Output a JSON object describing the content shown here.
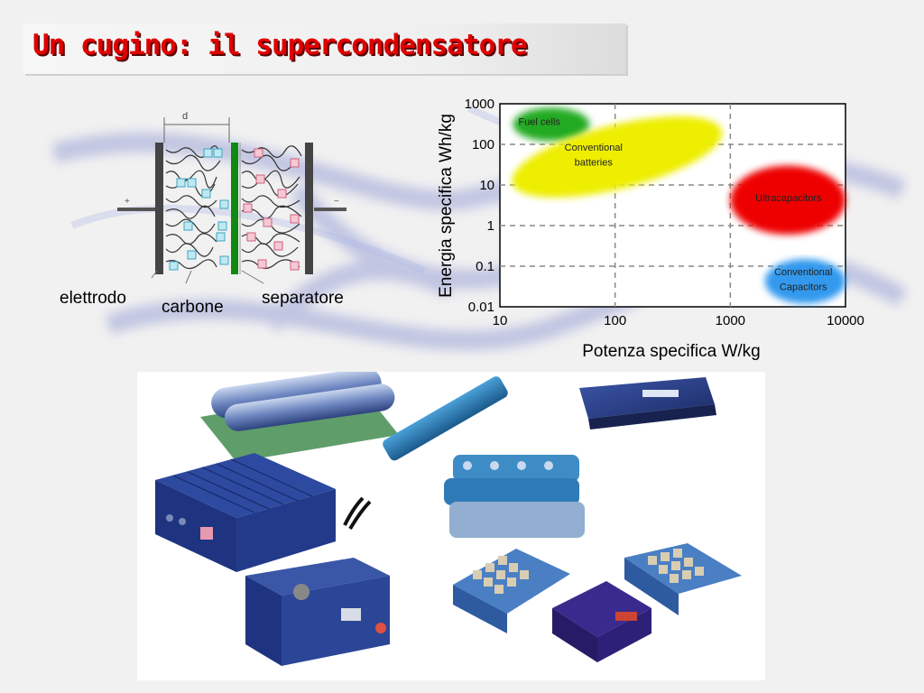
{
  "slide": {
    "title": "Un cugino: il supercondensatore"
  },
  "diagram": {
    "label_electrode": "elettrodo",
    "label_carbon": "carbone",
    "label_separator": "separatore",
    "label_d": "d",
    "label_plus": "+",
    "label_minus": "−"
  },
  "chart_data": {
    "type": "scatter",
    "title": "",
    "xlabel": "Potenza specifica W/kg",
    "ylabel": "Energia specifica Wh/kg",
    "xscale": "log",
    "yscale": "log",
    "xlim": [
      10,
      10000
    ],
    "ylim": [
      0.01,
      1000
    ],
    "xticks": [
      "10",
      "100",
      "1000",
      "10000"
    ],
    "yticks": [
      "0.01",
      "0.1",
      "1",
      "10",
      "100",
      "1000"
    ],
    "grid": true,
    "regions": [
      {
        "name": "Fuel cells",
        "color": "#22aa22",
        "x": [
          13,
          60
        ],
        "y": [
          120,
          800
        ]
      },
      {
        "name": "Conventional batteries",
        "color": "#eeee00",
        "x": [
          12,
          900
        ],
        "y": [
          8,
          300
        ]
      },
      {
        "name": "Ultracapacitors",
        "color": "#ee0000",
        "x": [
          1000,
          10000
        ],
        "y": [
          0.6,
          30
        ]
      },
      {
        "name": "Conventional Capacitors",
        "color": "#3399ee",
        "x": [
          2000,
          10000
        ],
        "y": [
          0.012,
          0.15
        ]
      }
    ],
    "region_labels": [
      "Fuel cells",
      "Conventional",
      "batteries",
      "Ultracapacitors",
      "Conventional",
      "Capacitors"
    ]
  },
  "photos": {
    "items": [
      "supercapacitor-cylinder-module",
      "blue-module-small",
      "blue-finned-enclosure",
      "blue-cylinder-tube-module",
      "stacked-cell-module",
      "blue-enclosure-connectors",
      "open-cell-array-module-1",
      "purple-enclosure-module",
      "open-cell-array-module-2"
    ]
  },
  "colors": {
    "title": "#e00000",
    "electrode": "#444444",
    "separator": "#118811",
    "ion_negative": "#4fb8d0",
    "ion_positive": "#e28aa0",
    "module_blue": "#2a3f8f"
  }
}
